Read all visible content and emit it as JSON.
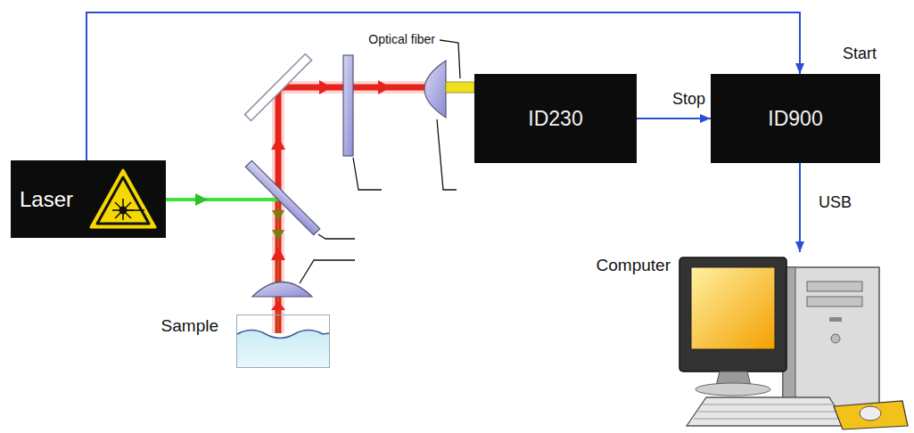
{
  "diagram": {
    "nodes": [
      {
        "text": [
          "Laser"
        ]
      },
      {
        "text": [
          "Sample"
        ]
      },
      {
        "text": [
          "ID230"
        ]
      },
      {
        "text": [
          "ID900"
        ]
      },
      {
        "text": [
          "Computer"
        ]
      }
    ],
    "edges": [
      {
        "from": 0,
        "to": 3,
        "arrow": "to",
        "label": "Start"
      },
      {
        "from": 2,
        "to": 3,
        "arrow": "to",
        "label": "Stop"
      },
      {
        "from": 3,
        "to": 4,
        "arrow": "to",
        "label": "USB"
      }
    ],
    "labels": [
      "Optical fiber"
    ]
  }
}
